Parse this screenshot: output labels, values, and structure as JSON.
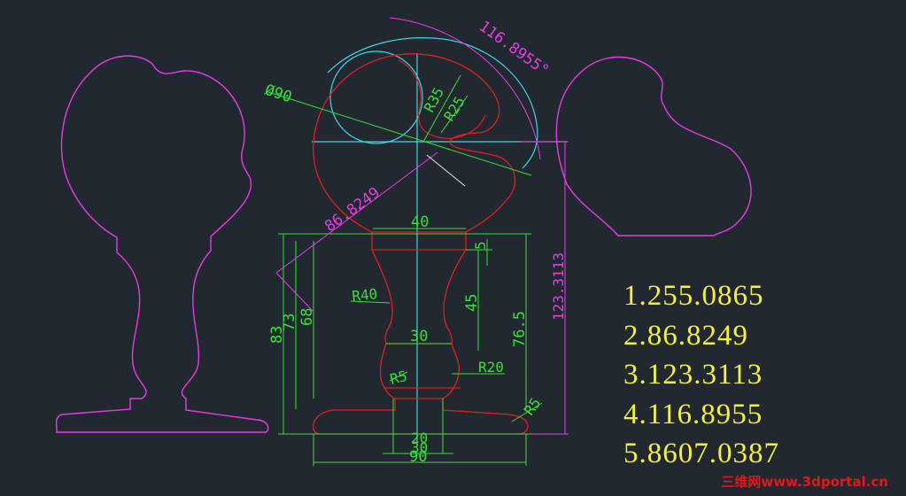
{
  "colors": {
    "background": "#212830",
    "magenta": "#e63ce6",
    "red": "#e02020",
    "green": "#36e036",
    "cyan": "#3cd6e6",
    "white": "#e8e8e8",
    "yellow": "#f5f03c"
  },
  "dimensions": {
    "angle": "116.8955°",
    "diameter": "Ø90",
    "r35": "R35",
    "r25": "R25",
    "diag": "86.8249",
    "top_width": "40",
    "neck": "5",
    "height_123": "123.3113",
    "r40": "R40",
    "h45": "45",
    "h68": "68",
    "h73": "73",
    "h83": "83",
    "waist": "30",
    "h76": "76.5",
    "r5_left": "R5",
    "r20": "R20",
    "r5_base": "R5",
    "w20": "20",
    "w30b": "30",
    "w90": "90"
  },
  "answers": [
    "1.255.0865",
    "2.86.8249",
    "3.123.3113",
    "4.116.8955",
    "5.8607.0387"
  ],
  "watermark": "三维网www.3dportal.cn"
}
